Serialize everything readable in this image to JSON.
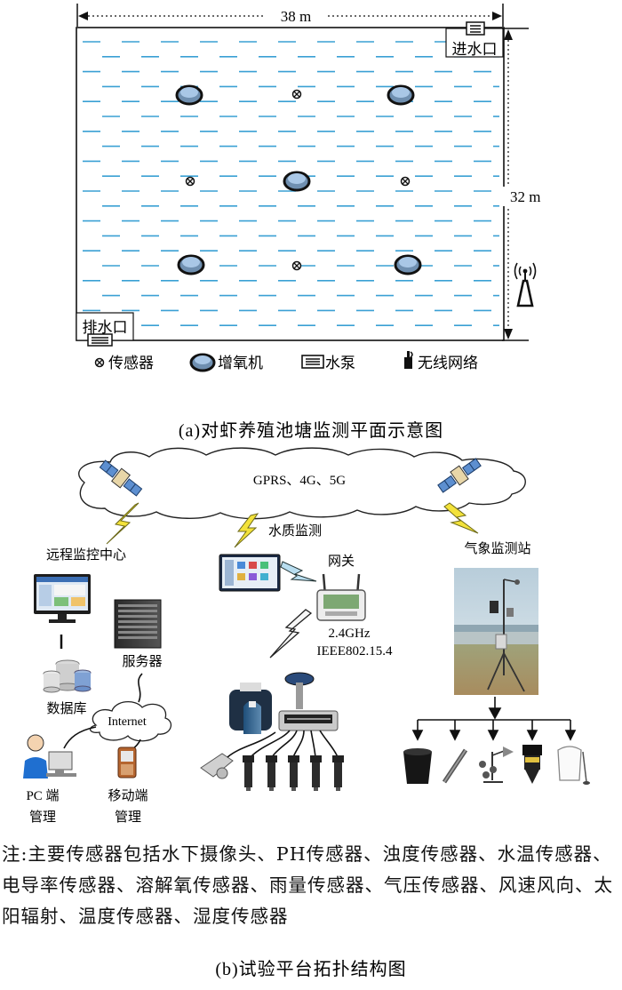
{
  "pond": {
    "width_label": "38 m",
    "height_label": "32 m",
    "inlet_label": "进水口",
    "outlet_label": "排水口"
  },
  "legend": {
    "sensor": "传感器",
    "aerator": "增氧机",
    "pump": "水泵",
    "wireless": "无线网络"
  },
  "caption_a": "(a)对虾养殖池塘监测平面示意图",
  "network": {
    "cloud_label": "GPRS、4G、5G",
    "remote_center": "远程监控中心",
    "server": "服务器",
    "database": "数据库",
    "internet": "Internet",
    "pc_line1": "PC 端",
    "pc_line2": "管理",
    "mobile_line1": "移动端",
    "mobile_line2": "管理",
    "water_quality": "水质监测",
    "gateway": "网关",
    "freq": "2.4GHz",
    "protocol": "IEEE802.15.4",
    "weather_station": "气象监测站"
  },
  "note": "注:主要传感器包括水下摄像头、PH传感器、浊度传感器、水温传感器、电导率传感器、溶解氧传感器、雨量传感器、气压传感器、风速风向、太阳辐射、温度传感器、湿度传感器",
  "caption_b": "(b)试验平台拓扑结构图",
  "colors": {
    "water_dash": "#3aa0d4",
    "aerator_fill": "#a9c7e6",
    "lightning": "#f3e23a",
    "sky": "#c9dbe6"
  }
}
